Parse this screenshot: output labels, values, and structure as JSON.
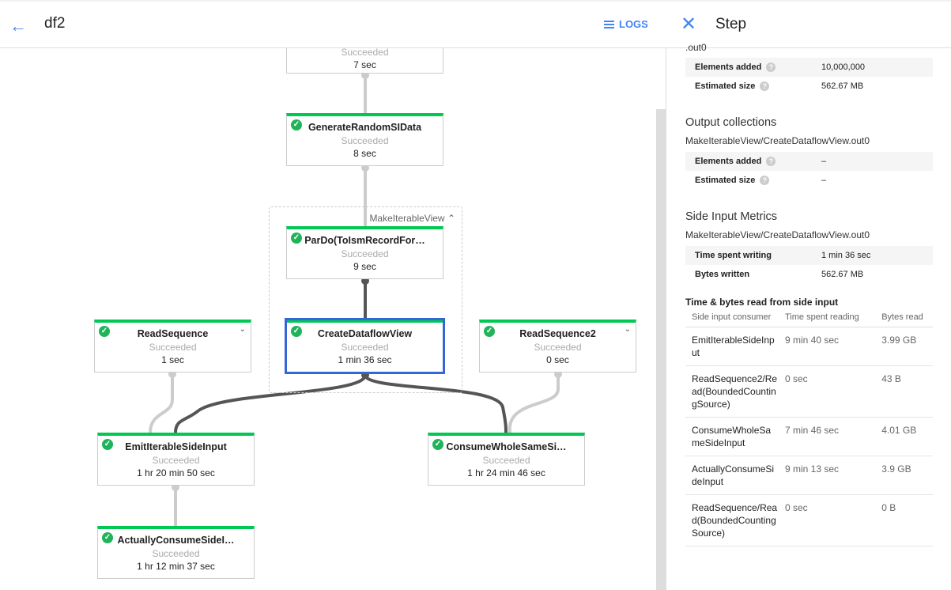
{
  "header": {
    "title": "df2",
    "logs_label": "LOGS"
  },
  "graph": {
    "group_label": "MakeIterableView",
    "nodes": [
      {
        "name": "",
        "status": "Succeeded",
        "duration": "7 sec"
      },
      {
        "name": "GenerateRandomSIData",
        "status": "Succeeded",
        "duration": "8 sec"
      },
      {
        "name": "ParDo(ToIsmRecordFor…",
        "status": "Succeeded",
        "duration": "9 sec"
      },
      {
        "name": "CreateDataflowView",
        "status": "Succeeded",
        "duration": "1 min 36 sec"
      },
      {
        "name": "ReadSequence",
        "status": "Succeeded",
        "duration": "1 sec"
      },
      {
        "name": "ReadSequence2",
        "status": "Succeeded",
        "duration": "0 sec"
      },
      {
        "name": "EmitIterableSideInput",
        "status": "Succeeded",
        "duration": "1 hr 20 min 50 sec"
      },
      {
        "name": "ConsumeWholeSameSi…",
        "status": "Succeeded",
        "duration": "1 hr 24 min 46 sec"
      },
      {
        "name": "ActuallyConsumeSideI…",
        "status": "Succeeded",
        "duration": "1 hr 12 min 37 sec"
      }
    ],
    "colors": {
      "success": "#00c853",
      "selected": "#3367d6",
      "edge_main": "#555555",
      "edge_side": "#cccccc"
    }
  },
  "panel": {
    "title": "Step",
    "input_tail": ".out0",
    "input_metrics": [
      {
        "label": "Elements added",
        "value": "10,000,000"
      },
      {
        "label": "Estimated size",
        "value": "562.67 MB"
      }
    ],
    "output_title": "Output collections",
    "output_name": "MakeIterableView/CreateDataflowView.out0",
    "output_metrics": [
      {
        "label": "Elements added",
        "value": "–"
      },
      {
        "label": "Estimated size",
        "value": "–"
      }
    ],
    "side_title": "Side Input Metrics",
    "side_name": "MakeIterableView/CreateDataflowView.out0",
    "side_metrics": [
      {
        "label": "Time spent writing",
        "value": "1 min 36 sec"
      },
      {
        "label": "Bytes written",
        "value": "562.67 MB"
      }
    ],
    "table_title": "Time & bytes read from side input",
    "columns": [
      "Side input consumer",
      "Time spent reading",
      "Bytes read"
    ],
    "rows": [
      [
        "EmitIterableSideInput",
        "9 min 40 sec",
        "3.99 GB"
      ],
      [
        "ReadSequence2/Read(BoundedCountingSource)",
        "0 sec",
        "43 B"
      ],
      [
        "ConsumeWholeSameSideInput",
        "7 min 46 sec",
        "4.01 GB"
      ],
      [
        "ActuallyConsumeSideInput",
        "9 min 13 sec",
        "3.9 GB"
      ],
      [
        "ReadSequence/Read(BoundedCountingSource)",
        "0 sec",
        "0 B"
      ]
    ]
  }
}
